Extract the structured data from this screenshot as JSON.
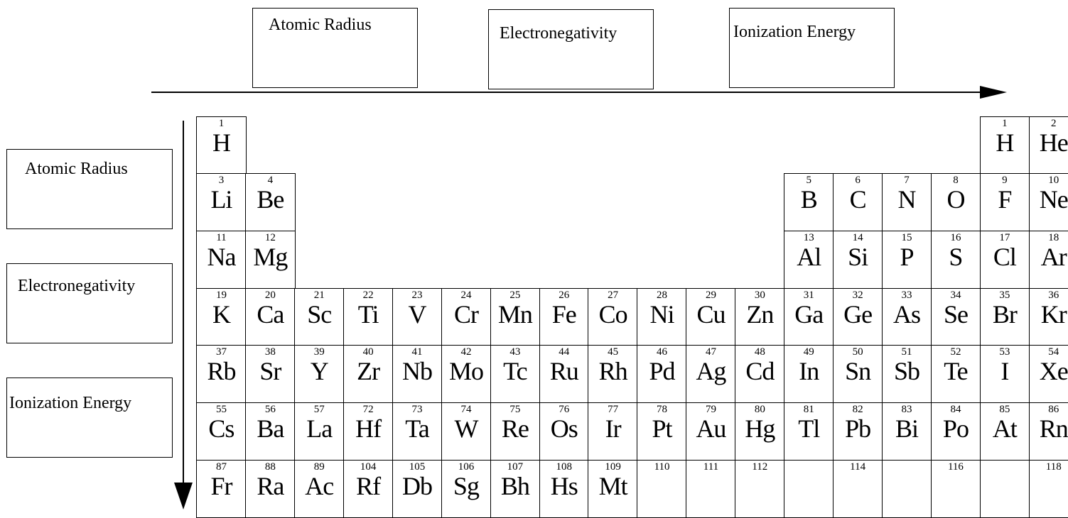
{
  "top_labels": [
    "Atomic Radius",
    "Electronegativity",
    "Ionization Energy"
  ],
  "side_labels": [
    "Atomic Radius",
    "Electronegativity",
    "Ionization Energy"
  ],
  "elements": [
    {
      "n": "1",
      "s": "H",
      "row": 1,
      "col": 1
    },
    {
      "n": "1",
      "s": "H",
      "row": 1,
      "col": 17
    },
    {
      "n": "2",
      "s": "He",
      "row": 1,
      "col": 18
    },
    {
      "n": "3",
      "s": "Li",
      "row": 2,
      "col": 1
    },
    {
      "n": "4",
      "s": "Be",
      "row": 2,
      "col": 2
    },
    {
      "n": "5",
      "s": "B",
      "row": 2,
      "col": 13
    },
    {
      "n": "6",
      "s": "C",
      "row": 2,
      "col": 14
    },
    {
      "n": "7",
      "s": "N",
      "row": 2,
      "col": 15
    },
    {
      "n": "8",
      "s": "O",
      "row": 2,
      "col": 16
    },
    {
      "n": "9",
      "s": "F",
      "row": 2,
      "col": 17
    },
    {
      "n": "10",
      "s": "Ne",
      "row": 2,
      "col": 18
    },
    {
      "n": "11",
      "s": "Na",
      "row": 3,
      "col": 1
    },
    {
      "n": "12",
      "s": "Mg",
      "row": 3,
      "col": 2
    },
    {
      "n": "13",
      "s": "Al",
      "row": 3,
      "col": 13
    },
    {
      "n": "14",
      "s": "Si",
      "row": 3,
      "col": 14
    },
    {
      "n": "15",
      "s": "P",
      "row": 3,
      "col": 15
    },
    {
      "n": "16",
      "s": "S",
      "row": 3,
      "col": 16
    },
    {
      "n": "17",
      "s": "Cl",
      "row": 3,
      "col": 17
    },
    {
      "n": "18",
      "s": "Ar",
      "row": 3,
      "col": 18
    },
    {
      "n": "19",
      "s": "K",
      "row": 4,
      "col": 1
    },
    {
      "n": "20",
      "s": "Ca",
      "row": 4,
      "col": 2
    },
    {
      "n": "21",
      "s": "Sc",
      "row": 4,
      "col": 3
    },
    {
      "n": "22",
      "s": "Ti",
      "row": 4,
      "col": 4
    },
    {
      "n": "23",
      "s": "V",
      "row": 4,
      "col": 5
    },
    {
      "n": "24",
      "s": "Cr",
      "row": 4,
      "col": 6
    },
    {
      "n": "25",
      "s": "Mn",
      "row": 4,
      "col": 7
    },
    {
      "n": "26",
      "s": "Fe",
      "row": 4,
      "col": 8
    },
    {
      "n": "27",
      "s": "Co",
      "row": 4,
      "col": 9
    },
    {
      "n": "28",
      "s": "Ni",
      "row": 4,
      "col": 10
    },
    {
      "n": "29",
      "s": "Cu",
      "row": 4,
      "col": 11
    },
    {
      "n": "30",
      "s": "Zn",
      "row": 4,
      "col": 12
    },
    {
      "n": "31",
      "s": "Ga",
      "row": 4,
      "col": 13
    },
    {
      "n": "32",
      "s": "Ge",
      "row": 4,
      "col": 14
    },
    {
      "n": "33",
      "s": "As",
      "row": 4,
      "col": 15
    },
    {
      "n": "34",
      "s": "Se",
      "row": 4,
      "col": 16
    },
    {
      "n": "35",
      "s": "Br",
      "row": 4,
      "col": 17
    },
    {
      "n": "36",
      "s": "Kr",
      "row": 4,
      "col": 18
    },
    {
      "n": "37",
      "s": "Rb",
      "row": 5,
      "col": 1
    },
    {
      "n": "38",
      "s": "Sr",
      "row": 5,
      "col": 2
    },
    {
      "n": "39",
      "s": "Y",
      "row": 5,
      "col": 3
    },
    {
      "n": "40",
      "s": "Zr",
      "row": 5,
      "col": 4
    },
    {
      "n": "41",
      "s": "Nb",
      "row": 5,
      "col": 5
    },
    {
      "n": "42",
      "s": "Mo",
      "row": 5,
      "col": 6
    },
    {
      "n": "43",
      "s": "Tc",
      "row": 5,
      "col": 7
    },
    {
      "n": "44",
      "s": "Ru",
      "row": 5,
      "col": 8
    },
    {
      "n": "45",
      "s": "Rh",
      "row": 5,
      "col": 9
    },
    {
      "n": "46",
      "s": "Pd",
      "row": 5,
      "col": 10
    },
    {
      "n": "47",
      "s": "Ag",
      "row": 5,
      "col": 11
    },
    {
      "n": "48",
      "s": "Cd",
      "row": 5,
      "col": 12
    },
    {
      "n": "49",
      "s": "In",
      "row": 5,
      "col": 13
    },
    {
      "n": "50",
      "s": "Sn",
      "row": 5,
      "col": 14
    },
    {
      "n": "51",
      "s": "Sb",
      "row": 5,
      "col": 15
    },
    {
      "n": "52",
      "s": "Te",
      "row": 5,
      "col": 16
    },
    {
      "n": "53",
      "s": "I",
      "row": 5,
      "col": 17
    },
    {
      "n": "54",
      "s": "Xe",
      "row": 5,
      "col": 18
    },
    {
      "n": "55",
      "s": "Cs",
      "row": 6,
      "col": 1
    },
    {
      "n": "56",
      "s": "Ba",
      "row": 6,
      "col": 2
    },
    {
      "n": "57",
      "s": "La",
      "row": 6,
      "col": 3
    },
    {
      "n": "72",
      "s": "Hf",
      "row": 6,
      "col": 4
    },
    {
      "n": "73",
      "s": "Ta",
      "row": 6,
      "col": 5
    },
    {
      "n": "74",
      "s": "W",
      "row": 6,
      "col": 6
    },
    {
      "n": "75",
      "s": "Re",
      "row": 6,
      "col": 7
    },
    {
      "n": "76",
      "s": "Os",
      "row": 6,
      "col": 8
    },
    {
      "n": "77",
      "s": "Ir",
      "row": 6,
      "col": 9
    },
    {
      "n": "78",
      "s": "Pt",
      "row": 6,
      "col": 10
    },
    {
      "n": "79",
      "s": "Au",
      "row": 6,
      "col": 11
    },
    {
      "n": "80",
      "s": "Hg",
      "row": 6,
      "col": 12
    },
    {
      "n": "81",
      "s": "Tl",
      "row": 6,
      "col": 13
    },
    {
      "n": "82",
      "s": "Pb",
      "row": 6,
      "col": 14
    },
    {
      "n": "83",
      "s": "Bi",
      "row": 6,
      "col": 15
    },
    {
      "n": "84",
      "s": "Po",
      "row": 6,
      "col": 16
    },
    {
      "n": "85",
      "s": "At",
      "row": 6,
      "col": 17
    },
    {
      "n": "86",
      "s": "Rn",
      "row": 6,
      "col": 18
    },
    {
      "n": "87",
      "s": "Fr",
      "row": 7,
      "col": 1
    },
    {
      "n": "88",
      "s": "Ra",
      "row": 7,
      "col": 2
    },
    {
      "n": "89",
      "s": "Ac",
      "row": 7,
      "col": 3
    },
    {
      "n": "104",
      "s": "Rf",
      "row": 7,
      "col": 4
    },
    {
      "n": "105",
      "s": "Db",
      "row": 7,
      "col": 5
    },
    {
      "n": "106",
      "s": "Sg",
      "row": 7,
      "col": 6
    },
    {
      "n": "107",
      "s": "Bh",
      "row": 7,
      "col": 7
    },
    {
      "n": "108",
      "s": "Hs",
      "row": 7,
      "col": 8
    },
    {
      "n": "109",
      "s": "Mt",
      "row": 7,
      "col": 9
    },
    {
      "n": "110",
      "s": "",
      "row": 7,
      "col": 10
    },
    {
      "n": "111",
      "s": "",
      "row": 7,
      "col": 11
    },
    {
      "n": "112",
      "s": "",
      "row": 7,
      "col": 12
    },
    {
      "n": "",
      "s": "",
      "row": 7,
      "col": 13
    },
    {
      "n": "114",
      "s": "",
      "row": 7,
      "col": 14
    },
    {
      "n": "",
      "s": "",
      "row": 7,
      "col": 15
    },
    {
      "n": "116",
      "s": "",
      "row": 7,
      "col": 16
    },
    {
      "n": "",
      "s": "",
      "row": 7,
      "col": 17
    },
    {
      "n": "118",
      "s": "",
      "row": 7,
      "col": 18
    }
  ]
}
